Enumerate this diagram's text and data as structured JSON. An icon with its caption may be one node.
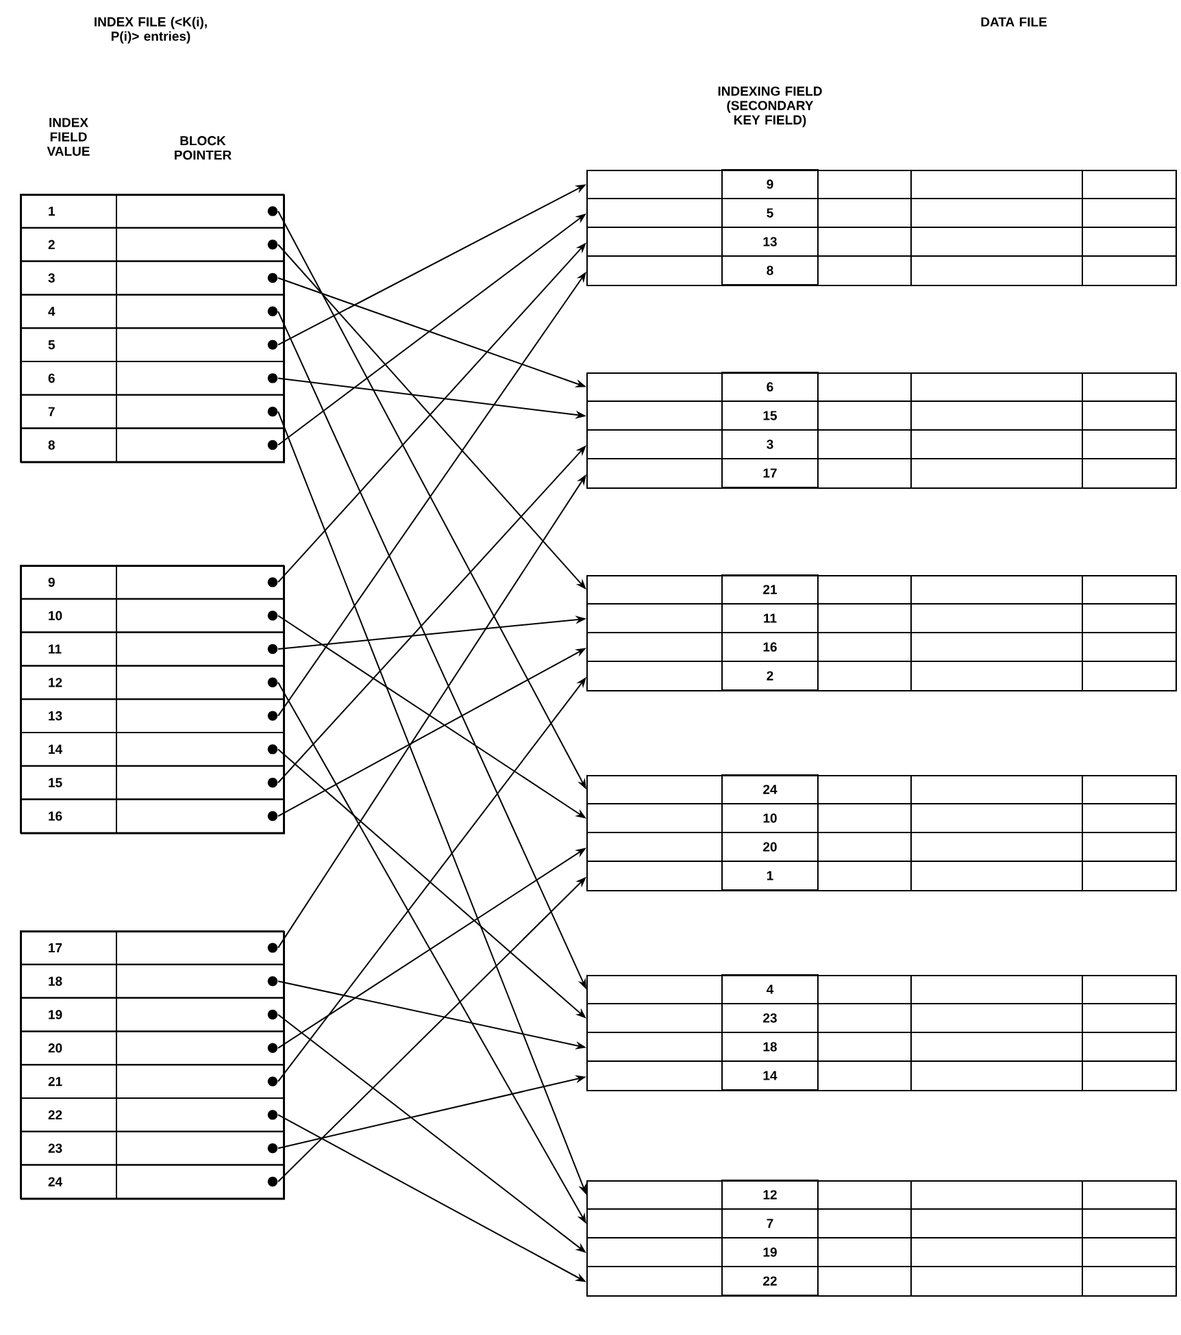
{
  "diagram": {
    "nodes": [
      {
        "text": [],
        "shape": "box"
      },
      {
        "text": [],
        "shape": "box"
      },
      {
        "text": [],
        "shape": "box"
      },
      {
        "text": [
          "1"
        ],
        "in": 0
      },
      {
        "text": [
          "2"
        ],
        "in": 0
      },
      {
        "text": [
          "3"
        ],
        "in": 0
      },
      {
        "text": [
          "4"
        ],
        "in": 0
      },
      {
        "text": [
          "5"
        ],
        "in": 0
      },
      {
        "text": [
          "6"
        ],
        "in": 0
      },
      {
        "text": [
          "7"
        ],
        "in": 0
      },
      {
        "text": [
          "8"
        ],
        "in": 0
      },
      {
        "text": [
          "9"
        ],
        "in": 1
      },
      {
        "text": [
          "10"
        ],
        "in": 1
      },
      {
        "text": [
          "11"
        ],
        "in": 1
      },
      {
        "text": [
          "12"
        ],
        "in": 1
      },
      {
        "text": [
          "13"
        ],
        "in": 1
      },
      {
        "text": [
          "14"
        ],
        "in": 1
      },
      {
        "text": [
          "15"
        ],
        "in": 1
      },
      {
        "text": [
          "16"
        ],
        "in": 1
      },
      {
        "text": [
          "17"
        ],
        "in": 2
      },
      {
        "text": [
          "18"
        ],
        "in": 2
      },
      {
        "text": [
          "19"
        ],
        "in": 2
      },
      {
        "text": [
          "20"
        ],
        "in": 2
      },
      {
        "text": [
          "21"
        ],
        "in": 2
      },
      {
        "text": [
          "22"
        ],
        "in": 2
      },
      {
        "text": [
          "23"
        ],
        "in": 2
      },
      {
        "text": [
          "24"
        ],
        "in": 2
      },
      {
        "text": [],
        "shape": "box"
      },
      {
        "text": [
          "9"
        ],
        "in": 27
      },
      {
        "text": [
          "5"
        ],
        "in": 27
      },
      {
        "text": [
          "13"
        ],
        "in": 27
      },
      {
        "text": [
          "8"
        ],
        "in": 27
      },
      {
        "text": [],
        "shape": "box"
      },
      {
        "text": [
          "6"
        ],
        "in": 32
      },
      {
        "text": [
          "15"
        ],
        "in": 32
      },
      {
        "text": [
          "3"
        ],
        "in": 32
      },
      {
        "text": [
          "17"
        ],
        "in": 32
      },
      {
        "text": [],
        "shape": "box"
      },
      {
        "text": [
          "21"
        ],
        "in": 37
      },
      {
        "text": [
          "11"
        ],
        "in": 37
      },
      {
        "text": [
          "16"
        ],
        "in": 37
      },
      {
        "text": [
          "2"
        ],
        "in": 37
      },
      {
        "text": [],
        "shape": "box"
      },
      {
        "text": [
          "24"
        ],
        "in": 42
      },
      {
        "text": [
          "10"
        ],
        "in": 42
      },
      {
        "text": [
          "20"
        ],
        "in": 42
      },
      {
        "text": [
          "1"
        ],
        "in": 42
      },
      {
        "text": [],
        "shape": "box"
      },
      {
        "text": [
          "4"
        ],
        "in": 47
      },
      {
        "text": [
          "23"
        ],
        "in": 47
      },
      {
        "text": [
          "18"
        ],
        "in": 47
      },
      {
        "text": [
          "14"
        ],
        "in": 47
      },
      {
        "text": [],
        "shape": "box"
      },
      {
        "text": [
          "12"
        ],
        "in": 52
      },
      {
        "text": [
          "7"
        ],
        "in": 52
      },
      {
        "text": [
          "19"
        ],
        "in": 52
      },
      {
        "text": [
          "22"
        ],
        "in": 52
      }
    ],
    "edges": [
      {
        "from": 3,
        "to": 42,
        "arrow": "to"
      },
      {
        "from": 4,
        "to": 37,
        "arrow": "to"
      },
      {
        "from": 5,
        "to": 32,
        "arrow": "to"
      },
      {
        "from": 6,
        "to": 47,
        "arrow": "to"
      },
      {
        "from": 7,
        "to": 27,
        "arrow": "to"
      },
      {
        "from": 8,
        "to": 32,
        "arrow": "to"
      },
      {
        "from": 9,
        "to": 52,
        "arrow": "to"
      },
      {
        "from": 10,
        "to": 27,
        "arrow": "to"
      },
      {
        "from": 11,
        "to": 27,
        "arrow": "to"
      },
      {
        "from": 12,
        "to": 42,
        "arrow": "to"
      },
      {
        "from": 13,
        "to": 37,
        "arrow": "to"
      },
      {
        "from": 14,
        "to": 52,
        "arrow": "to"
      },
      {
        "from": 15,
        "to": 27,
        "arrow": "to"
      },
      {
        "from": 16,
        "to": 47,
        "arrow": "to"
      },
      {
        "from": 17,
        "to": 32,
        "arrow": "to"
      },
      {
        "from": 18,
        "to": 37,
        "arrow": "to"
      },
      {
        "from": 19,
        "to": 32,
        "arrow": "to"
      },
      {
        "from": 20,
        "to": 47,
        "arrow": "to"
      },
      {
        "from": 21,
        "to": 52,
        "arrow": "to"
      },
      {
        "from": 22,
        "to": 42,
        "arrow": "to"
      },
      {
        "from": 23,
        "to": 37,
        "arrow": "to"
      },
      {
        "from": 24,
        "to": 52,
        "arrow": "to"
      },
      {
        "from": 25,
        "to": 47,
        "arrow": "to"
      },
      {
        "from": 26,
        "to": 42,
        "arrow": "to"
      }
    ],
    "labels": [
      "INDEX FILE (<K(i), P(i)> entries)",
      "INDEX FIELD VALUE",
      "BLOCK POINTER",
      "DATA FILE",
      "INDEXING FIELD (SECONDARY KEY FIELD)"
    ]
  }
}
